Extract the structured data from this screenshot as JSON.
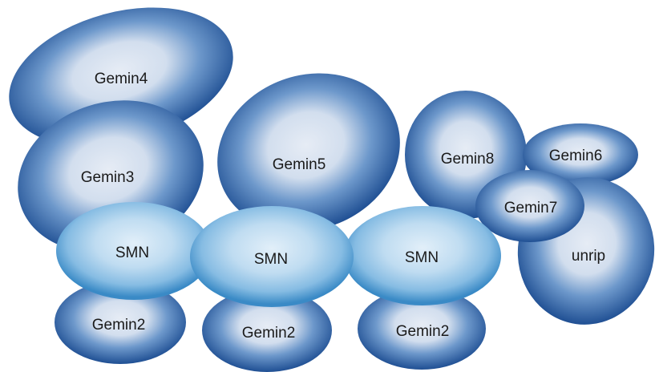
{
  "proteins": {
    "gemin4": {
      "label": "Gemin4"
    },
    "gemin3": {
      "label": "Gemin3"
    },
    "gemin5": {
      "label": "Gemin5"
    },
    "gemin8": {
      "label": "Gemin8"
    },
    "gemin6": {
      "label": "Gemin6"
    },
    "gemin7": {
      "label": "Gemin7"
    },
    "unrip": {
      "label": "unrip"
    },
    "smn_1": {
      "label": "SMN"
    },
    "smn_2": {
      "label": "SMN"
    },
    "smn_3": {
      "label": "SMN"
    },
    "gemin2_1": {
      "label": "Gemin2"
    },
    "gemin2_2": {
      "label": "Gemin2"
    },
    "gemin2_3": {
      "label": "Gemin2"
    }
  },
  "colors": {
    "dark_blue_edge": "#1f4f93",
    "dark_blue_mid": "#5f8fc6",
    "dark_blue_center": "#e4ebf4",
    "smn_edge": "#2f82c2",
    "smn_mid": "#8cc0e5",
    "smn_center": "#e0eef8"
  }
}
